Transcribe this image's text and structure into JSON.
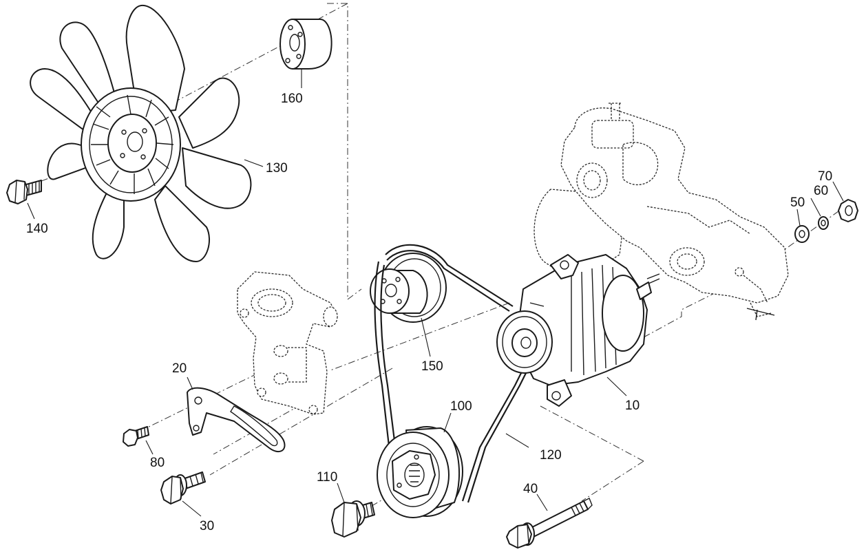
{
  "part_labels": {
    "p10": "10",
    "p20": "20",
    "p30": "30",
    "p40": "40",
    "p50": "50",
    "p60": "60",
    "p70": "70",
    "p80": "80",
    "p100": "100",
    "p110": "110",
    "p120": "120",
    "p130": "130",
    "p140": "140",
    "p150": "150",
    "p160": "160"
  }
}
